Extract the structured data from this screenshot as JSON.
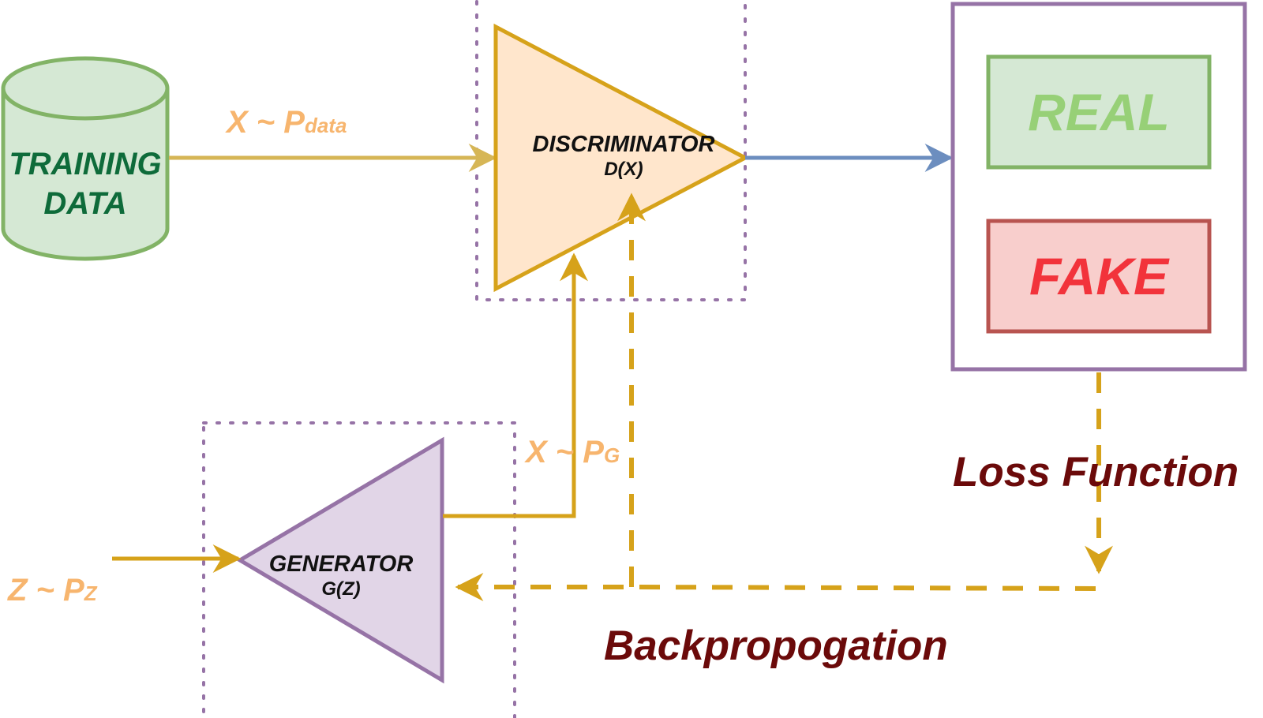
{
  "colors": {
    "gold": "#D6A21A",
    "peach_text": "#F7B56E",
    "purple": "#9673A6",
    "green_stroke": "#82B366",
    "green_fill": "#D5E8D4",
    "dark_red": "#6B0A0A",
    "blue": "#6C8EBF",
    "red_fill": "#F8CECC",
    "red_stroke": "#B85450"
  },
  "training_data": {
    "line1": "TRAINING",
    "line2": "DATA"
  },
  "real_sample_label": {
    "main": "X ~ P",
    "sub": "data"
  },
  "discriminator": {
    "title": "DISCRIMINATOR",
    "formula": "D(X)"
  },
  "generator": {
    "title": "GENERATOR",
    "formula": "G(Z)"
  },
  "generated_sample_label": {
    "main": "X ~ P",
    "sub": "G"
  },
  "noise_label": {
    "main": "Z ~ P",
    "sub": "Z"
  },
  "outputs": {
    "real": "REAL",
    "fake": "FAKE"
  },
  "loss_function_label": "Loss Function",
  "backprop_label": "Backpropogation"
}
